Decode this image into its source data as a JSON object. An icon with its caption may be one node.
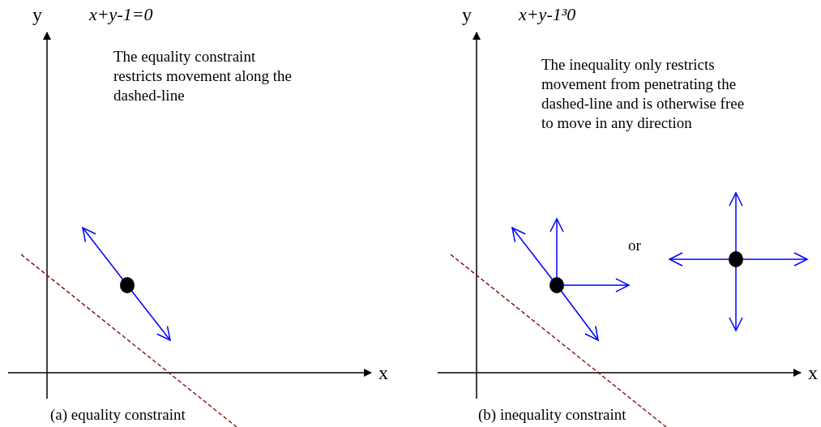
{
  "diagram": {
    "labels": [
      "y",
      "x+y-1=0",
      "The equality constraint restricts movement along the dashed-line",
      "x",
      "(a) equality constraint",
      "y",
      "x+y-1³0",
      "The inequality only restricts movement from penetrating the dashed-line and is otherwise free to move in any direction",
      "or",
      "x",
      "(b) inequality constraint"
    ]
  }
}
